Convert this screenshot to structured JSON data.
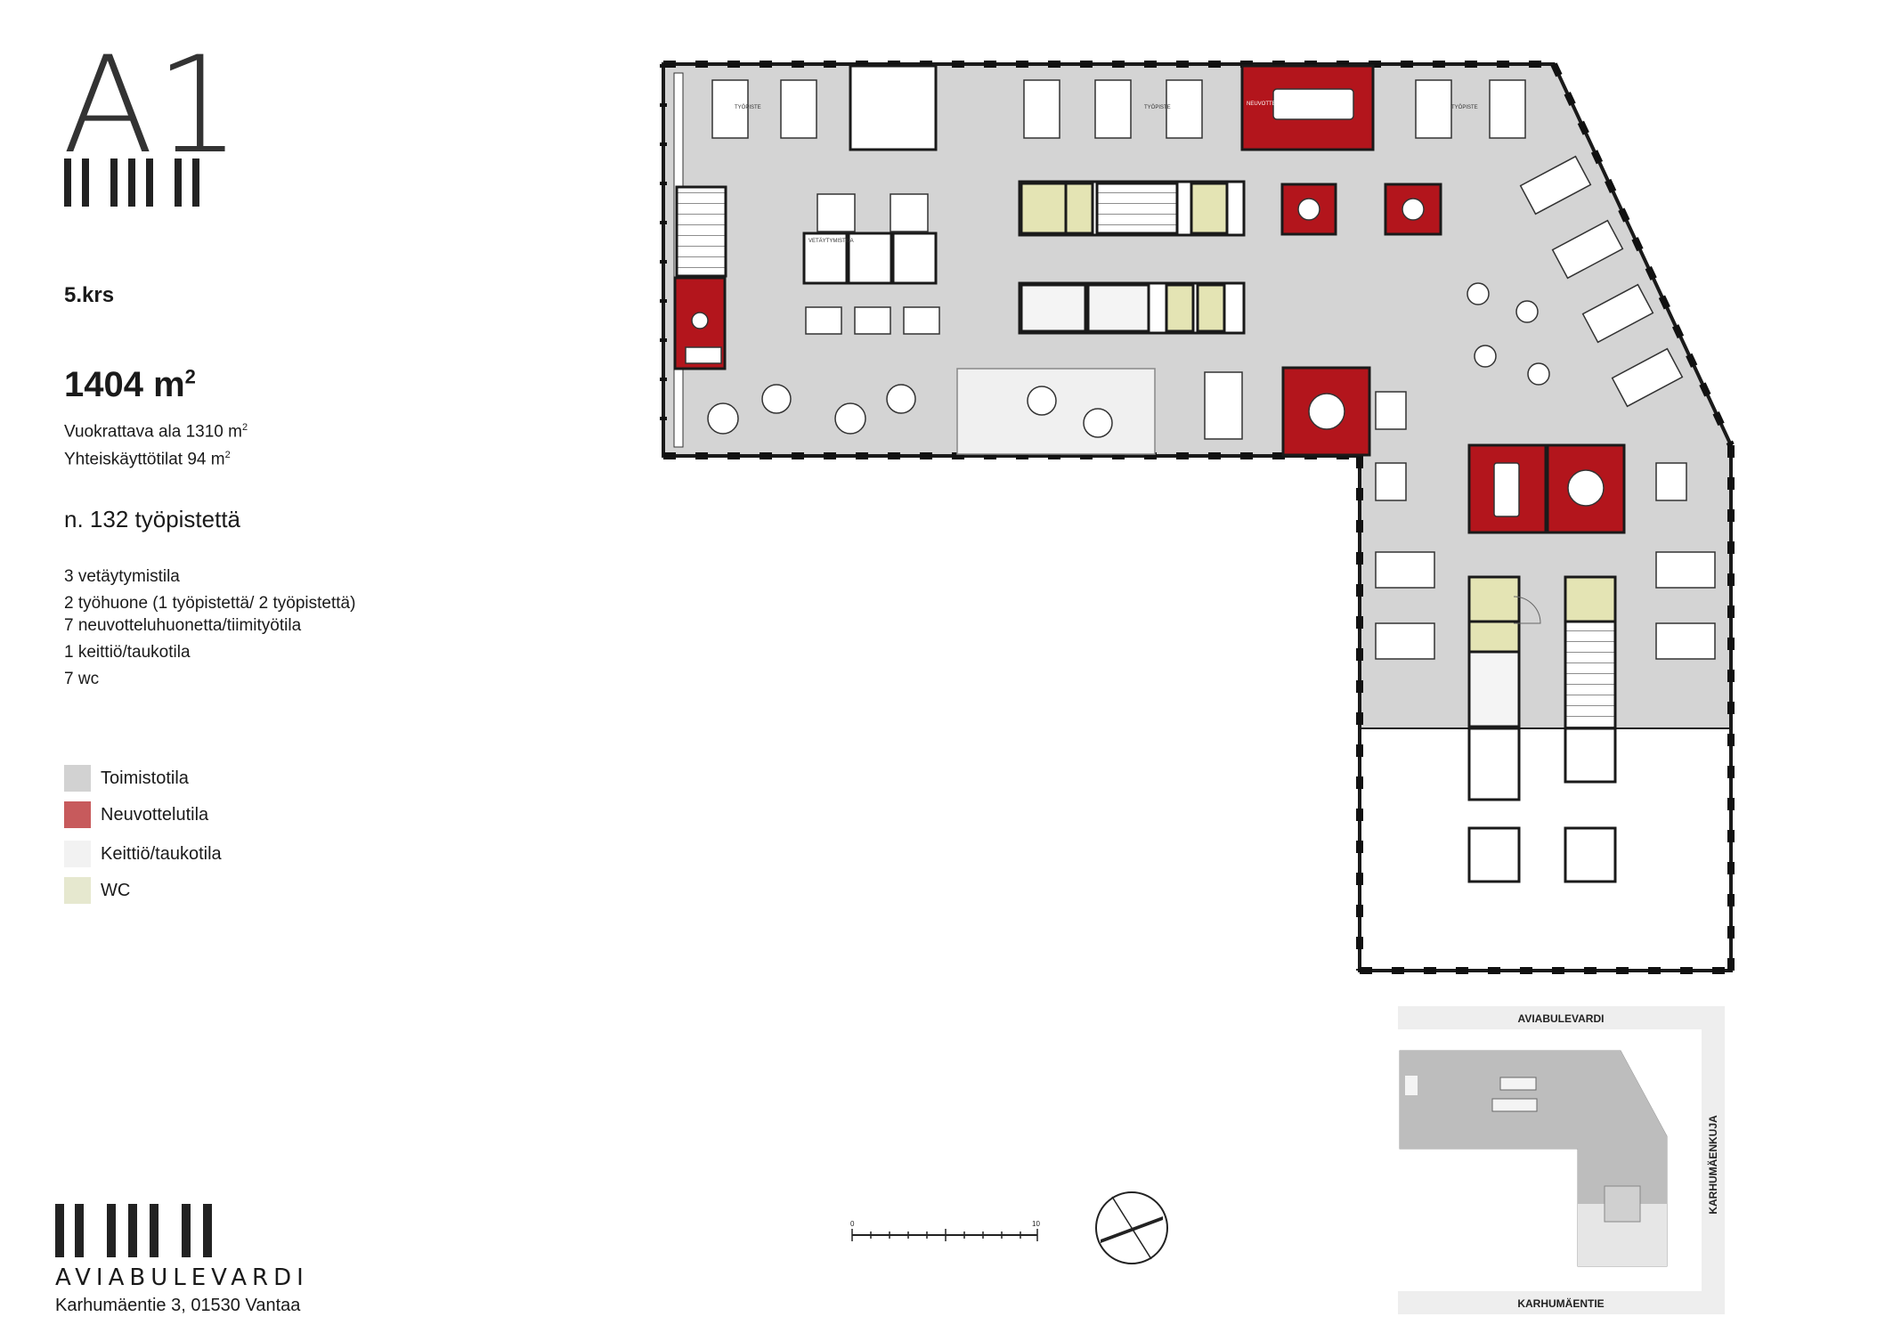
{
  "building": {
    "code": "A1"
  },
  "floor": "5.krs",
  "area": {
    "total_value": "1404 m",
    "total_sup": "2"
  },
  "rentable": {
    "label": "Vuokrattava ala 1310 m",
    "sup": "2"
  },
  "shared": {
    "label": "Yhteiskäyttötilat  94 m",
    "sup": "2"
  },
  "workstations": "n. 132 työpistettä",
  "features": [
    "3 vetäytymistila",
    "2 työhuone (1 työpistettä/ 2 työpistettä)",
    "7 neuvotteluhuonetta/tiimityötila",
    "1 keittiö/taukotila",
    "7 wc"
  ],
  "legend": [
    {
      "label": "Toimistotila",
      "color": "#d2d2d2"
    },
    {
      "label": "Neuvottelutila",
      "color": "#c75a5c"
    },
    {
      "label": "Keittiö/taukotila",
      "color": "#f2f2f2"
    },
    {
      "label": "WC",
      "color": "#e6e8cf"
    }
  ],
  "colors": {
    "office": "#d4d4d4",
    "meeting": "#b3151c",
    "wc": "#e4e4b4",
    "wall": "#1a1a1a",
    "kitchen": "#f0f0f0"
  },
  "map": {
    "street_top": "AVIABULEVARDI",
    "street_right": "KARHUMÄENKUJA",
    "street_bottom": "KARHUMÄENTIE"
  },
  "scale": {
    "start": "0",
    "end": "10"
  },
  "brand": {
    "name": "AVIABULEVARDI",
    "address": "Karhumäentie 3, 01530 Vantaa"
  },
  "plan_labels": {
    "desk": "TYÖPISTE",
    "retreat": "VETÄYTYMISTILA",
    "meeting": "NEUVOTTELUTILA"
  }
}
